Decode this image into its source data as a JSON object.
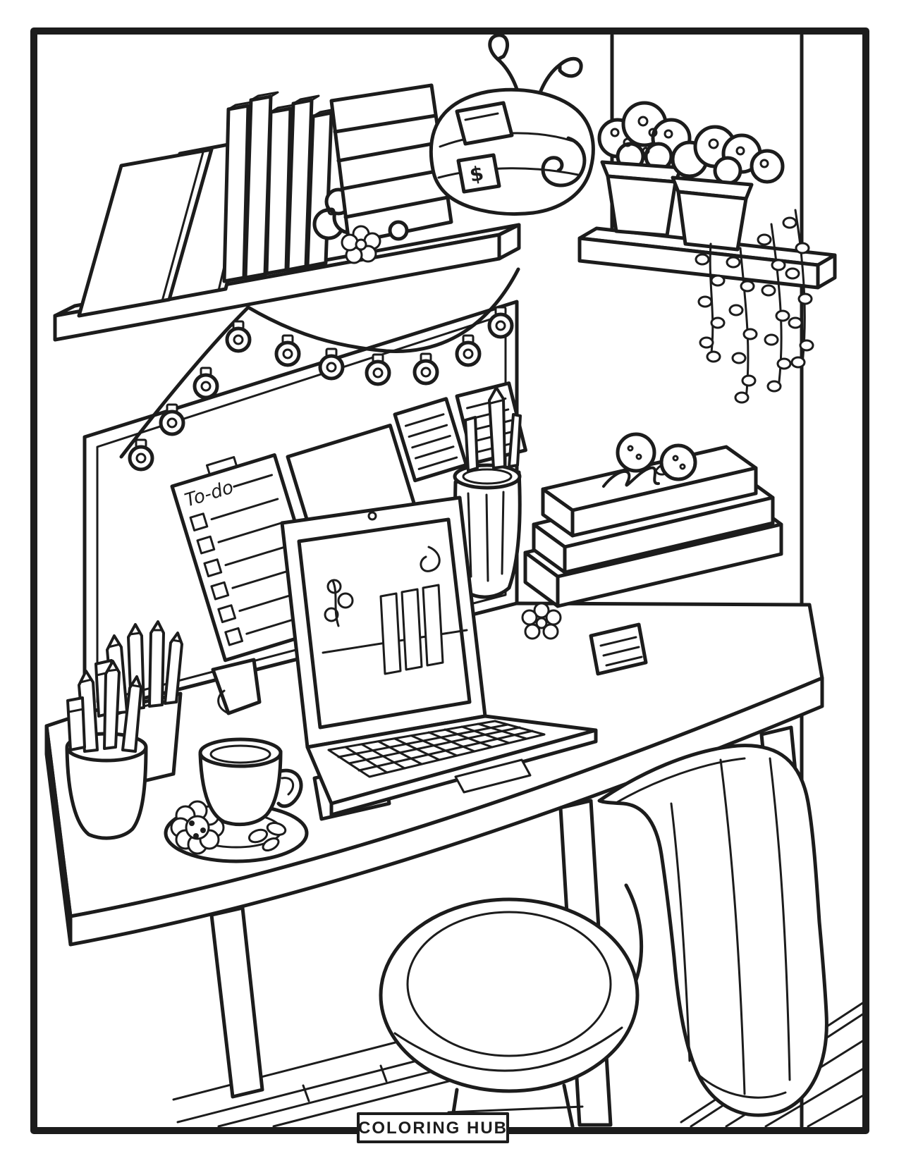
{
  "artwork": {
    "ink_color": "#1c1c1c",
    "paper_color": "#ffffff"
  },
  "board": {
    "todo_title": "To-do",
    "todo_item_count": 6
  },
  "notes": {
    "dollar_label": "$"
  },
  "footer": {
    "brand": "COLORING HUB"
  }
}
